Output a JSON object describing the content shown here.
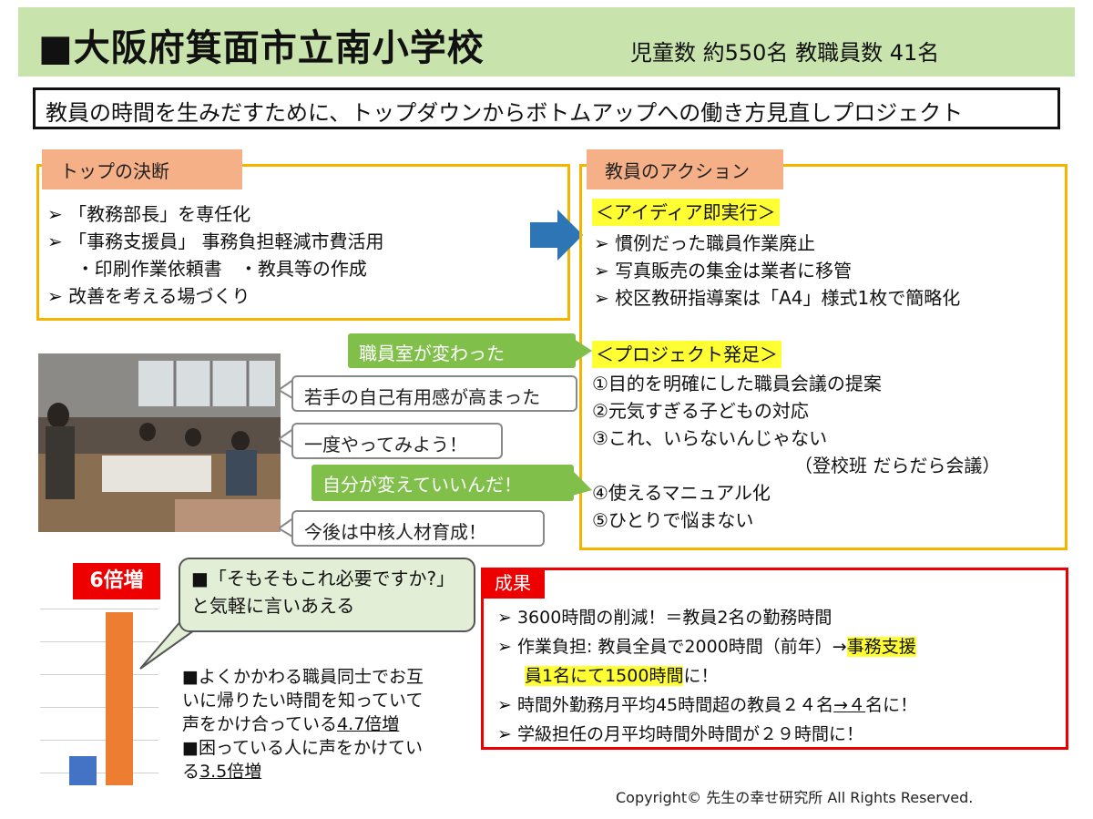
{
  "header": {
    "school": "■大阪府箕面市立南小学校",
    "counts": "児童数  約550名  教職員数  41名"
  },
  "subtitle": "教員の時間を生みだすために、トップダウンからボトムアップへの働き方見直しプロジェクト",
  "top_decision": {
    "tab": "トップの決断",
    "items": [
      "➢ 「教務部長」を専任化",
      "➢ 「事務支援員」  事務負担軽減市費活用",
      "     ・印刷作業依頼書   ・教具等の作成",
      "➢  改善を考える場づくり"
    ]
  },
  "teacher_action": {
    "tab": "教員のアクション",
    "idea_heading": "＜アイディア即実行＞",
    "idea_items": [
      "➢  慣例だった職員作業廃止",
      "➢  写真販売の集金は業者に移管",
      "➢  校区教研指導案は「A4」様式1枚で簡略化"
    ],
    "project_heading": "＜プロジェクト発足＞",
    "project_items": [
      "①目的を明確にした職員会議の提案",
      "②元気すぎる子どもの対応",
      "③これ、いらないんじゃない",
      "（登校班  だらだら会議）",
      "④使えるマニュアル化",
      "⑤ひとりで悩まない"
    ]
  },
  "staffroom": {
    "label": "職員室が変わった",
    "callouts": [
      "若手の自己有用感が高まった",
      "一度やってみよう！",
      "今後は中核人材育成！"
    ],
    "green_callout": "自分が変えていいんだ！"
  },
  "growth": {
    "label": "6倍増",
    "bar_values": [
      1,
      6
    ],
    "bar_colors": [
      "#4472c4",
      "#ed7d31"
    ],
    "speech": "■「そもそもこれ必要ですか?」と気軽に言いあえる",
    "notes": {
      "n1_line1": "■よくかかわる職員同士でお互",
      "n1_line2": "いに帰りたい時間を知っていて",
      "n1_line3_pre": "声をかけ合っている",
      "n1_line3_val": "4.7倍増",
      "n2_line1": "■困っている人に声をかけてい",
      "n2_line2_pre": "る",
      "n2_line2_val": "3.5倍増"
    }
  },
  "results": {
    "tag": "成果",
    "line1": "➢  3600時間の削減！＝教員2名の勤務時間",
    "line2_pre": "➢  作業負担: 教員全員で2000時間（前年）→",
    "line2_hl": "事務支援",
    "line3_hl": "員1名にて1500時間",
    "line3_post": "に！",
    "line4_pre": "➢  時間外勤務月平均45時間超の教員２４名",
    "line4_arrow": "→４",
    "line4_post": "名に！",
    "line5": "➢  学級担任の月平均時間外時間が２９時間に！"
  },
  "copyright": "Copyright© 先生の幸せ研究所 All Rights Reserved.",
  "colors": {
    "header_bg": "#c9e3ad",
    "panel_border": "#f4b400",
    "tab_bg": "#f5b088",
    "green": "#7fbf4a",
    "red": "#e00000",
    "highlight": "#ffff33"
  }
}
